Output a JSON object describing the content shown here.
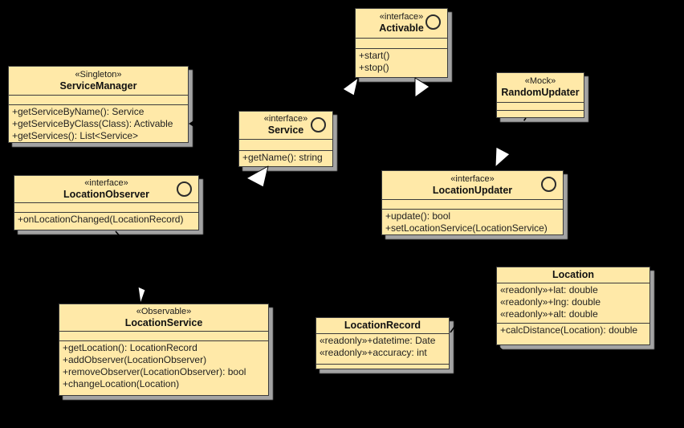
{
  "diagram": {
    "type": "uml-class-diagram",
    "palette": {
      "background": "#000000",
      "box_fill": "#ffe9a8",
      "box_border": "#3b3b3b",
      "box_shadow": "#a3a3a3",
      "realization_arrowhead": "#ffffff",
      "association_arrowhead": "#000000"
    },
    "classes": [
      {
        "id": "activable",
        "stereotype": "«interface»",
        "name": "Activable",
        "icon": "interface-circle-icon",
        "attributes": [],
        "methods": [
          "+start()",
          "+stop()"
        ]
      },
      {
        "id": "service-manager",
        "stereotype": "«Singleton»",
        "name": "ServiceManager",
        "attributes": [],
        "methods": [
          "+getServiceByName(): Service",
          "+getServiceByClass(Class): Activable",
          "+getServices(): List<Service>"
        ]
      },
      {
        "id": "service",
        "stereotype": "«interface»",
        "name": "Service",
        "icon": "interface-circle-icon",
        "attributes": [],
        "methods": [
          "+getName(): string"
        ]
      },
      {
        "id": "random-updater",
        "stereotype": "«Mock»",
        "name": "RandomUpdater",
        "attributes": [],
        "methods": []
      },
      {
        "id": "location-observer",
        "stereotype": "«interface»",
        "name": "LocationObserver",
        "icon": "interface-circle-icon",
        "attributes": [],
        "methods": [
          "+onLocationChanged(LocationRecord)"
        ]
      },
      {
        "id": "location-updater",
        "stereotype": "«interface»",
        "name": "LocationUpdater",
        "icon": "interface-circle-icon",
        "attributes": [],
        "methods": [
          "+update(): bool",
          "+setLocationService(LocationService)"
        ]
      },
      {
        "id": "location",
        "stereotype": "",
        "name": "Location",
        "attributes": [
          "«readonly»+lat: double",
          "«readonly»+lng: double",
          "«readonly»+alt: double"
        ],
        "methods": [
          "+calcDistance(Location): double"
        ]
      },
      {
        "id": "location-service",
        "stereotype": "«Observable»",
        "name": "LocationService",
        "attributes": [],
        "methods": [
          "+getLocation(): LocationRecord",
          "+addObserver(LocationObserver)",
          "+removeObserver(LocationObserver): bool",
          "+changeLocation(Location)"
        ]
      },
      {
        "id": "location-record",
        "stereotype": "",
        "name": "LocationRecord",
        "attributes": [
          "«readonly»+datetime: Date",
          "«readonly»+accuracy: int"
        ],
        "methods": []
      }
    ]
  }
}
